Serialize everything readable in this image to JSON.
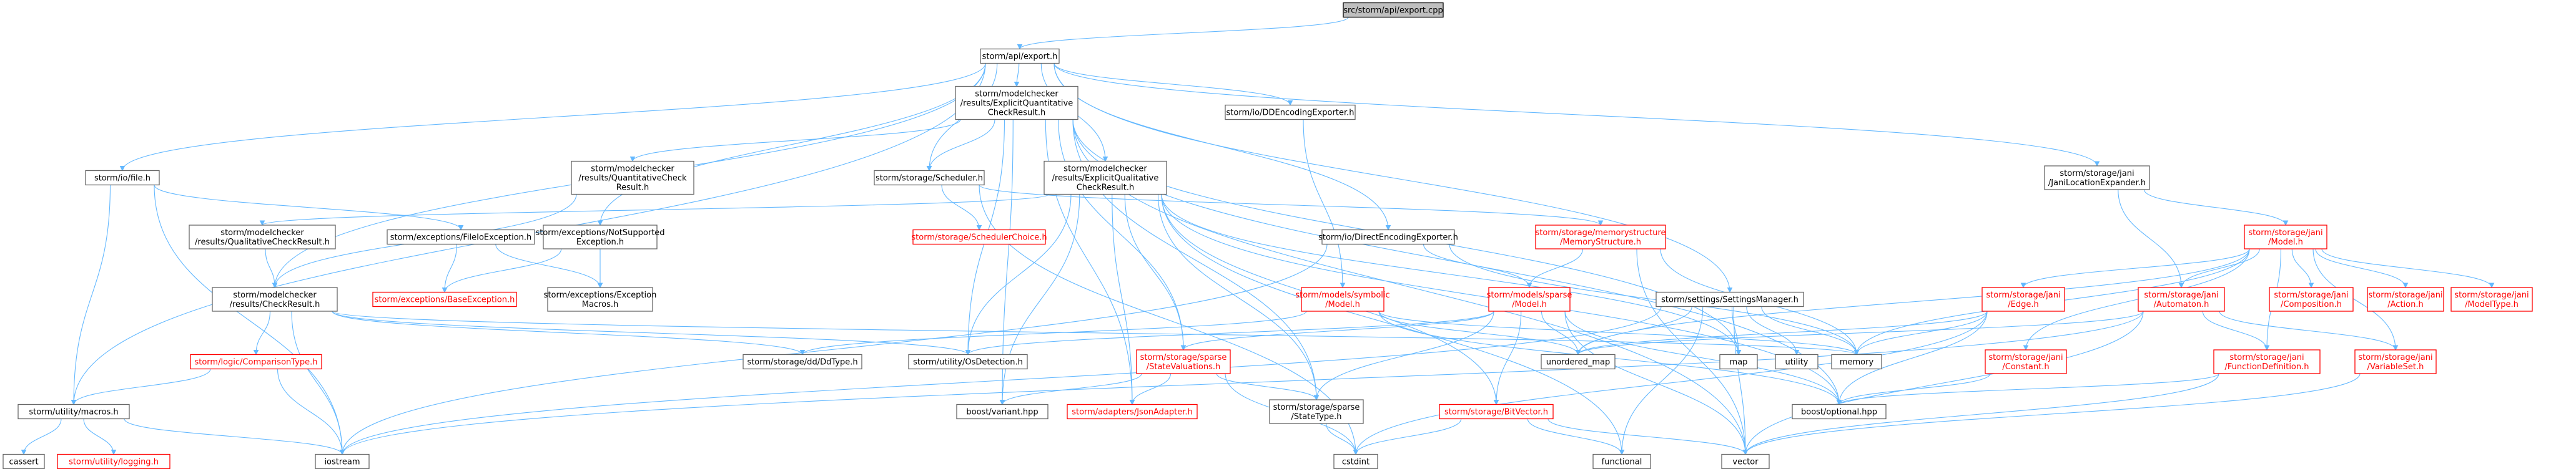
{
  "diagram": {
    "title": "src/storm/api/export.cpp",
    "colors": {
      "edge": "#63b8ff",
      "external": "#ff0000",
      "root_fill": "#bfbfbf",
      "border": "#666666"
    },
    "nodes": [
      {
        "id": "root",
        "lines": [
          "src/storm/api/export.cpp"
        ],
        "style": "root"
      },
      {
        "id": "export_h",
        "lines": [
          "storm/api/export.h"
        ]
      },
      {
        "id": "jani_loc_exp",
        "lines": [
          "storm/storage/jani",
          "/JaniLocationExpander.h"
        ]
      },
      {
        "id": "io_file",
        "lines": [
          "storm/io/file.h"
        ]
      },
      {
        "id": "explicit_quant",
        "lines": [
          "storm/modelchecker",
          "/results/ExplicitQuantitative",
          "CheckResult.h"
        ]
      },
      {
        "id": "dd_enc_exp",
        "lines": [
          "storm/io/DDEncodingExporter.h"
        ]
      },
      {
        "id": "jani_model",
        "lines": [
          "storm/storage/jani",
          "/Model.h"
        ],
        "style": "red"
      },
      {
        "id": "quant_check",
        "lines": [
          "storm/modelchecker",
          "/results/QuantitativeCheck",
          "Result.h"
        ]
      },
      {
        "id": "scheduler",
        "lines": [
          "storm/storage/Scheduler.h"
        ]
      },
      {
        "id": "explicit_qual",
        "lines": [
          "storm/modelchecker",
          "/results/ExplicitQualitative",
          "CheckResult.h"
        ]
      },
      {
        "id": "not_supported",
        "lines": [
          "storm/exceptions/NotSupported",
          "Exception.h"
        ]
      },
      {
        "id": "mem_struct",
        "lines": [
          "storm/storage/memorystructure",
          "/MemoryStructure.h"
        ],
        "style": "red"
      },
      {
        "id": "qual_check",
        "lines": [
          "storm/modelchecker",
          "/results/QualitativeCheckResult.h"
        ]
      },
      {
        "id": "file_io_exc",
        "lines": [
          "storm/exceptions/FileIoException.h"
        ]
      },
      {
        "id": "sched_choice",
        "lines": [
          "storm/storage/SchedulerChoice.h"
        ],
        "style": "red"
      },
      {
        "id": "direct_enc_exp",
        "lines": [
          "storm/io/DirectEncodingExporter.h"
        ]
      },
      {
        "id": "symbolic_model",
        "lines": [
          "storm/models/symbolic",
          "/Model.h"
        ],
        "style": "red"
      },
      {
        "id": "sparse_model",
        "lines": [
          "storm/models/sparse",
          "/Model.h"
        ],
        "style": "red"
      },
      {
        "id": "settings_mgr",
        "lines": [
          "storm/settings/SettingsManager.h"
        ]
      },
      {
        "id": "jani_edge",
        "lines": [
          "storm/storage/jani",
          "/Edge.h"
        ],
        "style": "red"
      },
      {
        "id": "jani_automaton",
        "lines": [
          "storm/storage/jani",
          "/Automaton.h"
        ],
        "style": "red"
      },
      {
        "id": "jani_composition",
        "lines": [
          "storm/storage/jani",
          "/Composition.h"
        ],
        "style": "red"
      },
      {
        "id": "jani_action",
        "lines": [
          "storm/storage/jani",
          "/Action.h"
        ],
        "style": "red"
      },
      {
        "id": "jani_modeltype",
        "lines": [
          "storm/storage/jani",
          "/ModelType.h"
        ],
        "style": "red"
      },
      {
        "id": "check_result",
        "lines": [
          "storm/modelchecker",
          "/results/CheckResult.h"
        ]
      },
      {
        "id": "base_exc",
        "lines": [
          "storm/exceptions/BaseException.h"
        ],
        "style": "red"
      },
      {
        "id": "exc_macros",
        "lines": [
          "storm/exceptions/Exception",
          "Macros.h"
        ]
      },
      {
        "id": "comparison_type",
        "lines": [
          "storm/logic/ComparisonType.h"
        ],
        "style": "red"
      },
      {
        "id": "dd_type",
        "lines": [
          "storm/storage/dd/DdType.h"
        ]
      },
      {
        "id": "os_detection",
        "lines": [
          "storm/utility/OsDetection.h"
        ]
      },
      {
        "id": "state_valuations",
        "lines": [
          "storm/storage/sparse",
          "/StateValuations.h"
        ],
        "style": "red"
      },
      {
        "id": "unordered_map",
        "lines": [
          "unordered_map"
        ],
        "style": "plain"
      },
      {
        "id": "memory",
        "lines": [
          "memory"
        ],
        "style": "plain"
      },
      {
        "id": "map",
        "lines": [
          "map"
        ],
        "style": "plain"
      },
      {
        "id": "utility",
        "lines": [
          "utility"
        ],
        "style": "plain"
      },
      {
        "id": "jani_constant",
        "lines": [
          "storm/storage/jani",
          "/Constant.h"
        ],
        "style": "red"
      },
      {
        "id": "jani_funcdef",
        "lines": [
          "storm/storage/jani",
          "/FunctionDefinition.h"
        ],
        "style": "red"
      },
      {
        "id": "jani_varset",
        "lines": [
          "storm/storage/jani",
          "/VariableSet.h"
        ],
        "style": "red"
      },
      {
        "id": "macros_h",
        "lines": [
          "storm/utility/macros.h"
        ]
      },
      {
        "id": "boost_variant",
        "lines": [
          "boost/variant.hpp"
        ],
        "style": "plain"
      },
      {
        "id": "json_adapter",
        "lines": [
          "storm/adapters/JsonAdapter.h"
        ],
        "style": "red"
      },
      {
        "id": "state_type",
        "lines": [
          "storm/storage/sparse",
          "/StateType.h"
        ]
      },
      {
        "id": "bitvector",
        "lines": [
          "storm/storage/BitVector.h"
        ],
        "style": "red"
      },
      {
        "id": "boost_optional",
        "lines": [
          "boost/optional.hpp"
        ],
        "style": "plain"
      },
      {
        "id": "cassert",
        "lines": [
          "cassert"
        ],
        "style": "plain"
      },
      {
        "id": "logging_h",
        "lines": [
          "storm/utility/logging.h"
        ],
        "style": "red"
      },
      {
        "id": "iostream",
        "lines": [
          "iostream"
        ],
        "style": "plain"
      },
      {
        "id": "cstdint",
        "lines": [
          "cstdint"
        ],
        "style": "plain"
      },
      {
        "id": "functional",
        "lines": [
          "functional"
        ],
        "style": "plain"
      },
      {
        "id": "vector",
        "lines": [
          "vector"
        ],
        "style": "plain"
      }
    ],
    "edges": [
      [
        "root",
        "export_h"
      ],
      [
        "export_h",
        "jani_loc_exp"
      ],
      [
        "export_h",
        "io_file"
      ],
      [
        "export_h",
        "explicit_quant"
      ],
      [
        "export_h",
        "dd_enc_exp"
      ],
      [
        "export_h",
        "scheduler"
      ],
      [
        "export_h",
        "explicit_qual"
      ],
      [
        "export_h",
        "not_supported"
      ],
      [
        "export_h",
        "direct_enc_exp"
      ],
      [
        "export_h",
        "settings_mgr"
      ],
      [
        "export_h",
        "check_result"
      ],
      [
        "export_h",
        "macros_h"
      ],
      [
        "jani_loc_exp",
        "jani_model"
      ],
      [
        "jani_loc_exp",
        "jani_automaton"
      ],
      [
        "io_file",
        "file_io_exc"
      ],
      [
        "io_file",
        "macros_h"
      ],
      [
        "io_file",
        "iostream"
      ],
      [
        "explicit_quant",
        "quant_check"
      ],
      [
        "explicit_quant",
        "scheduler"
      ],
      [
        "explicit_quant",
        "state_valuations"
      ],
      [
        "explicit_quant",
        "os_detection"
      ],
      [
        "explicit_quant",
        "boost_variant"
      ],
      [
        "explicit_quant",
        "json_adapter"
      ],
      [
        "explicit_quant",
        "map"
      ],
      [
        "explicit_quant",
        "boost_optional"
      ],
      [
        "explicit_quant",
        "vector"
      ],
      [
        "explicit_quant",
        "state_type"
      ],
      [
        "dd_enc_exp",
        "symbolic_model"
      ],
      [
        "quant_check",
        "check_result"
      ],
      [
        "scheduler",
        "sched_choice"
      ],
      [
        "scheduler",
        "mem_struct"
      ],
      [
        "scheduler",
        "cstdint"
      ],
      [
        "explicit_qual",
        "qual_check"
      ],
      [
        "explicit_qual",
        "os_detection"
      ],
      [
        "explicit_qual",
        "state_valuations"
      ],
      [
        "explicit_qual",
        "boost_variant"
      ],
      [
        "explicit_qual",
        "json_adapter"
      ],
      [
        "explicit_qual",
        "state_type"
      ],
      [
        "explicit_qual",
        "bitvector"
      ],
      [
        "explicit_qual",
        "map"
      ],
      [
        "explicit_qual",
        "functional"
      ],
      [
        "explicit_qual",
        "boost_optional"
      ],
      [
        "not_supported",
        "base_exc"
      ],
      [
        "not_supported",
        "exc_macros"
      ],
      [
        "mem_struct",
        "sparse_model"
      ],
      [
        "mem_struct",
        "memory"
      ],
      [
        "mem_struct",
        "vector"
      ],
      [
        "qual_check",
        "check_result"
      ],
      [
        "file_io_exc",
        "base_exc"
      ],
      [
        "file_io_exc",
        "exc_macros"
      ],
      [
        "direct_enc_exp",
        "sparse_model"
      ],
      [
        "direct_enc_exp",
        "memory"
      ],
      [
        "direct_enc_exp",
        "iostream"
      ],
      [
        "symbolic_model",
        "dd_type"
      ],
      [
        "symbolic_model",
        "unordered_map"
      ],
      [
        "symbolic_model",
        "memory"
      ],
      [
        "symbolic_model",
        "boost_optional"
      ],
      [
        "sparse_model",
        "os_detection"
      ],
      [
        "sparse_model",
        "state_valuations"
      ],
      [
        "sparse_model",
        "state_type"
      ],
      [
        "sparse_model",
        "unordered_map"
      ],
      [
        "sparse_model",
        "bitvector"
      ],
      [
        "sparse_model",
        "boost_optional"
      ],
      [
        "sparse_model",
        "vector"
      ],
      [
        "settings_mgr",
        "map"
      ],
      [
        "settings_mgr",
        "unordered_map"
      ],
      [
        "settings_mgr",
        "utility"
      ],
      [
        "settings_mgr",
        "memory"
      ],
      [
        "settings_mgr",
        "functional"
      ],
      [
        "settings_mgr",
        "vector"
      ],
      [
        "settings_mgr",
        "iostream"
      ],
      [
        "jani_model",
        "jani_edge"
      ],
      [
        "jani_model",
        "jani_automaton"
      ],
      [
        "jani_model",
        "jani_composition"
      ],
      [
        "jani_model",
        "jani_action"
      ],
      [
        "jani_model",
        "jani_modeltype"
      ],
      [
        "jani_model",
        "jani_constant"
      ],
      [
        "jani_model",
        "jani_funcdef"
      ],
      [
        "jani_model",
        "jani_varset"
      ],
      [
        "jani_model",
        "memory"
      ],
      [
        "jani_model",
        "unordered_map"
      ],
      [
        "jani_edge",
        "memory"
      ],
      [
        "jani_edge",
        "boost_optional"
      ],
      [
        "jani_edge",
        "unordered_map"
      ],
      [
        "jani_edge",
        "cstdint"
      ],
      [
        "jani_automaton",
        "jani_funcdef"
      ],
      [
        "jani_automaton",
        "jani_varset"
      ],
      [
        "jani_automaton",
        "unordered_map"
      ],
      [
        "jani_automaton",
        "vector"
      ],
      [
        "jani_automaton",
        "iostream"
      ],
      [
        "check_result",
        "comparison_type"
      ],
      [
        "check_result",
        "dd_type"
      ],
      [
        "check_result",
        "os_detection"
      ],
      [
        "check_result",
        "iostream"
      ],
      [
        "check_result",
        "memory"
      ],
      [
        "comparison_type",
        "macros_h"
      ],
      [
        "comparison_type",
        "iostream"
      ],
      [
        "state_valuations",
        "boost_variant"
      ],
      [
        "state_valuations",
        "json_adapter"
      ],
      [
        "state_valuations",
        "state_type"
      ],
      [
        "state_valuations",
        "cstdint"
      ],
      [
        "jani_constant",
        "boost_optional"
      ],
      [
        "jani_funcdef",
        "boost_optional"
      ],
      [
        "jani_funcdef",
        "vector"
      ],
      [
        "jani_varset",
        "vector"
      ],
      [
        "macros_h",
        "cassert"
      ],
      [
        "macros_h",
        "logging_h"
      ],
      [
        "macros_h",
        "iostream"
      ],
      [
        "state_type",
        "cstdint"
      ],
      [
        "bitvector",
        "cstdint"
      ],
      [
        "bitvector",
        "functional"
      ],
      [
        "bitvector",
        "vector"
      ]
    ]
  }
}
